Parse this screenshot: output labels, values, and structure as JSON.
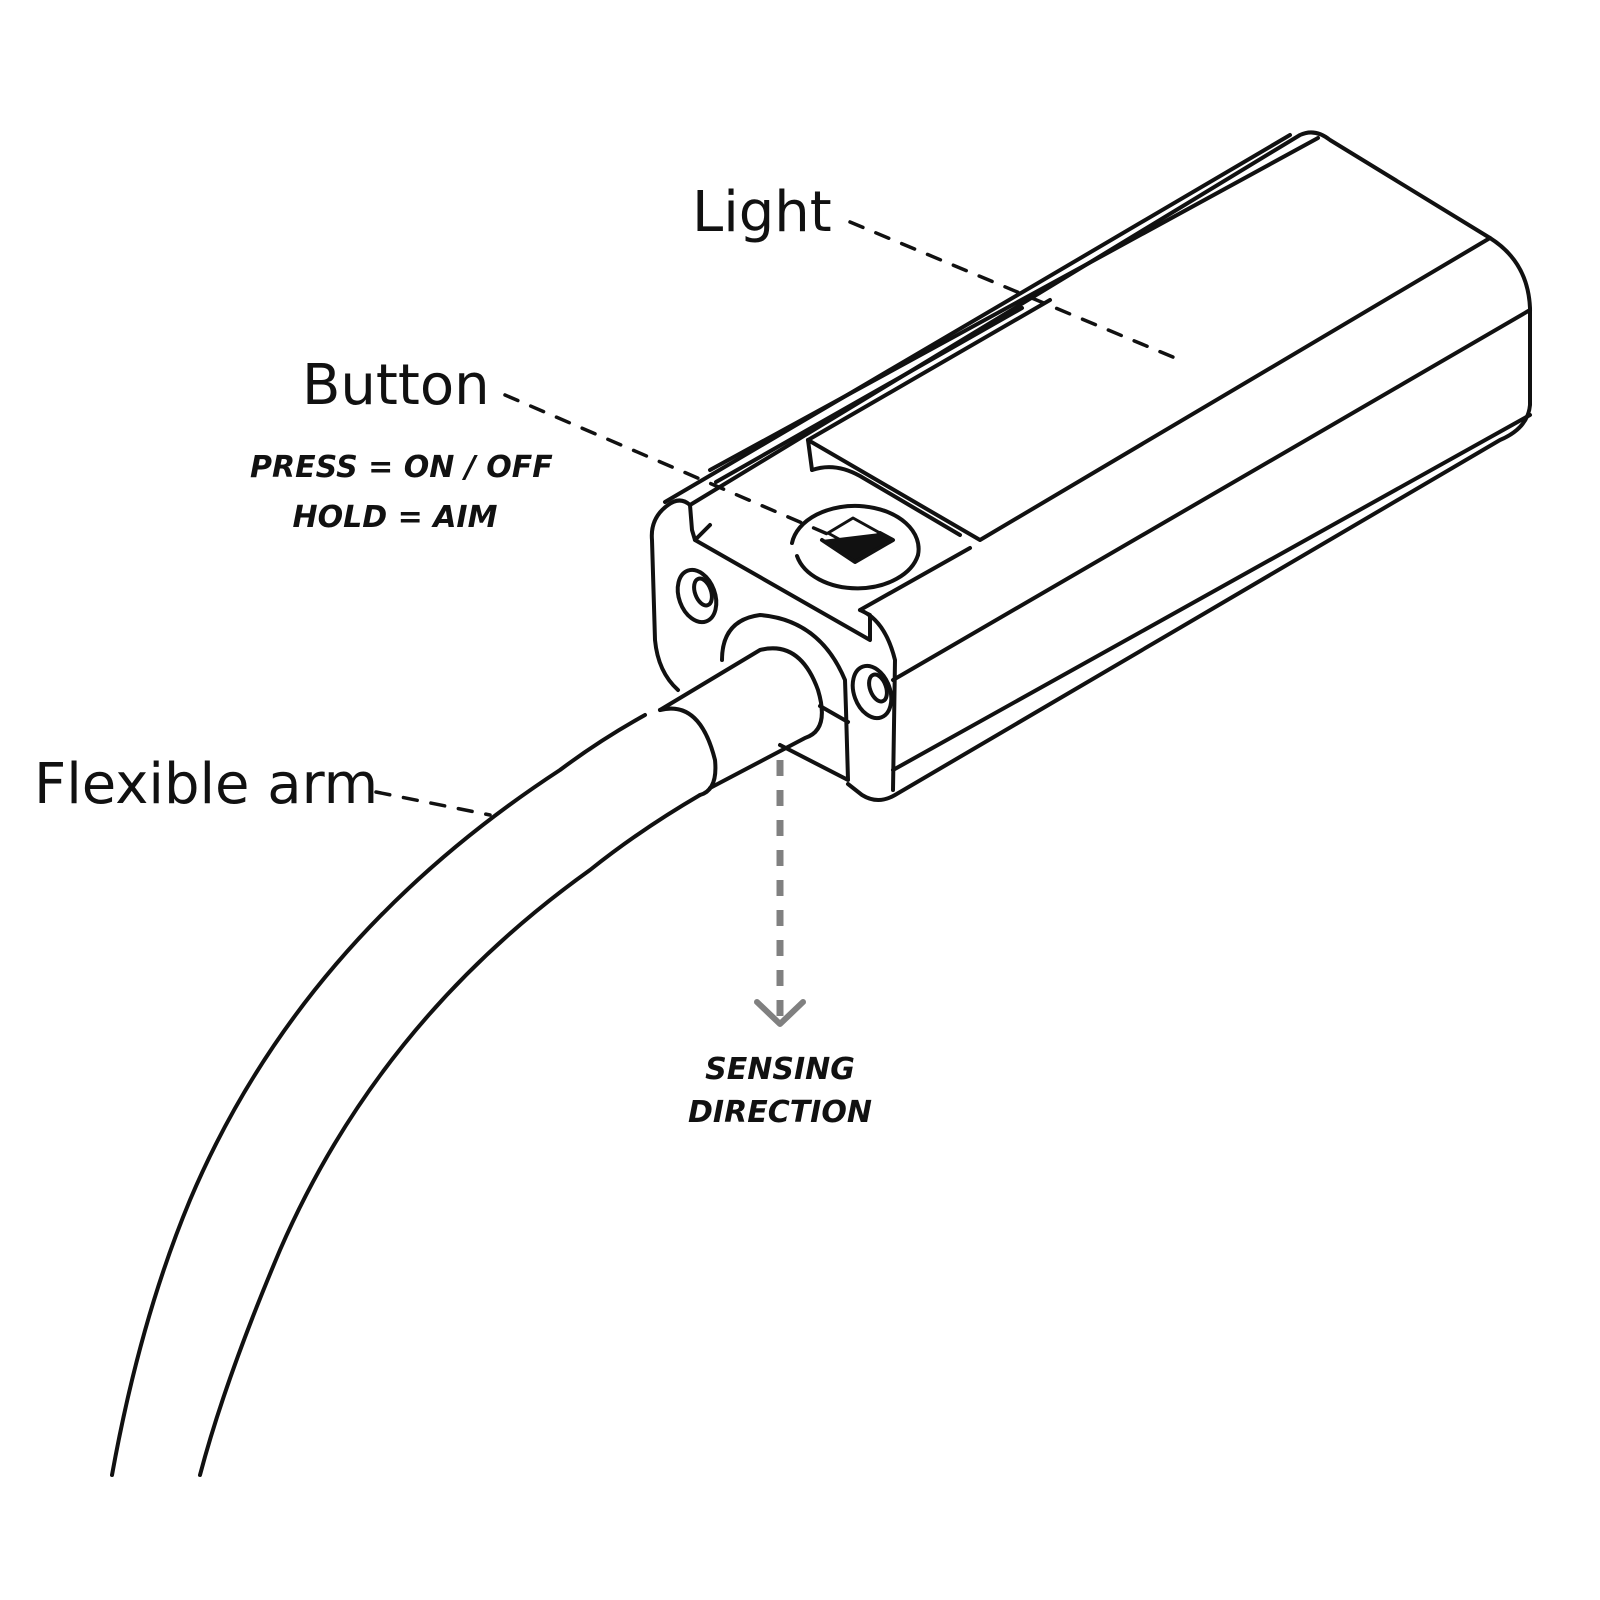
{
  "labels": {
    "light": "Light",
    "button": "Button",
    "button_press": "PRESS = ON / OFF",
    "button_hold": "HOLD = AIM",
    "flexible_arm": "Flexible arm",
    "sensing_line1": "SENSING",
    "sensing_line2": "DIRECTION"
  },
  "colors": {
    "line": "#111111",
    "sensing_arrow": "#808080"
  }
}
